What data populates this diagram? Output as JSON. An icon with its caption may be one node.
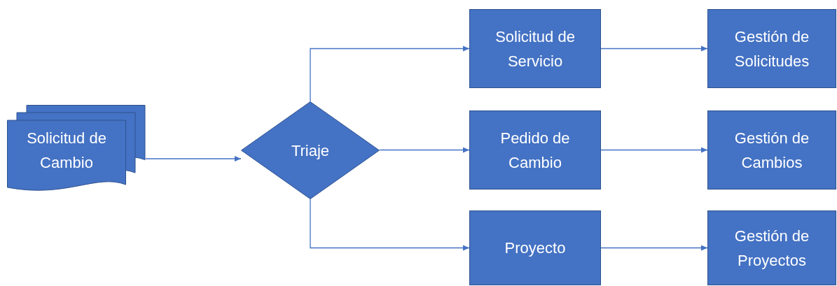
{
  "diagram": {
    "nodes": [
      {
        "text": [
          "Solicitud de Cambio"
        ]
      },
      {
        "text": [
          "Triaje"
        ]
      },
      {
        "text": [
          "Solicitud de Servicio"
        ]
      },
      {
        "text": [
          "Pedido de Cambio"
        ]
      },
      {
        "text": [
          "Proyecto"
        ]
      },
      {
        "text": [
          "Gestión de Solicitudes"
        ]
      },
      {
        "text": [
          "Gestión de Cambios"
        ]
      },
      {
        "text": [
          "Gestión de Proyectos"
        ]
      }
    ],
    "edges": [
      {
        "from": 0,
        "to": 1,
        "arrow": "to"
      },
      {
        "from": 1,
        "to": 2,
        "arrow": "to"
      },
      {
        "from": 1,
        "to": 3,
        "arrow": "to"
      },
      {
        "from": 1,
        "to": 4,
        "arrow": "to"
      },
      {
        "from": 2,
        "to": 5,
        "arrow": "to"
      },
      {
        "from": 3,
        "to": 6,
        "arrow": "to"
      },
      {
        "from": 4,
        "to": 7,
        "arrow": "to"
      }
    ]
  }
}
